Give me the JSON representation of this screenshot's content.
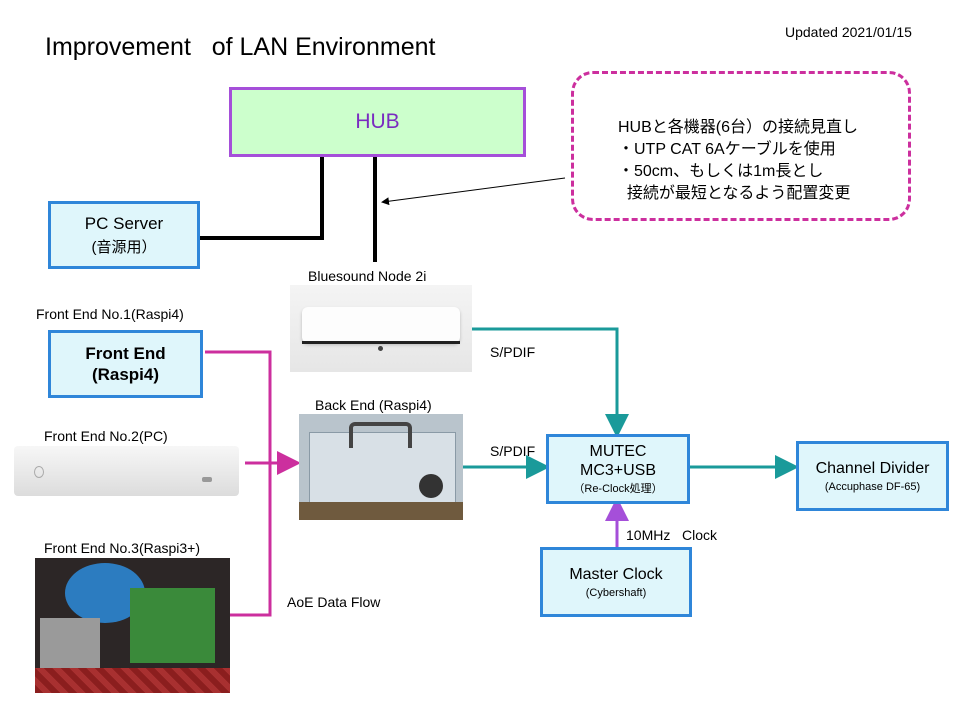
{
  "title": "Improvement   of LAN Environment",
  "updated": "Updated 2021/01/15",
  "hub": {
    "label": "HUB"
  },
  "note": {
    "lines": [
      "HUBと各機器(6台）の接続見直し",
      "・UTP CAT 6Aケーブルを使用",
      "・50cm、もしくは1m長とし",
      "  接続が最短となるよう配置変更"
    ]
  },
  "pc_server": {
    "line1": "PC Server",
    "line2": "(音源用）"
  },
  "bluesound": {
    "label": "Bluesound Node 2i"
  },
  "front_end_1": {
    "caption": "Front End No.1(Raspi4)",
    "line1": "Front End",
    "line2": "(Raspi4)"
  },
  "front_end_2": {
    "caption": "Front End No.2(PC)"
  },
  "front_end_3": {
    "caption": "Front End No.3(Raspi3+)"
  },
  "back_end": {
    "caption": "Back End (Raspi4)"
  },
  "spdif_1": "S/PDIF",
  "spdif_2": "S/PDIF",
  "mutec": {
    "line1": "MUTEC",
    "line2": "MC3+USB",
    "line3": "（Re-Clock処理）"
  },
  "channel_divider": {
    "line1": "Channel Divider",
    "line2": "(Accuphase DF-65)"
  },
  "clock_label": "10MHz   Clock",
  "master_clock": {
    "line1": "Master Clock",
    "line2": "(Cybershaft)"
  },
  "aoe_label": "AoE Data Flow",
  "colors": {
    "lan": "#000000",
    "spdif": "#1a9a9a",
    "aoe": "#cc2f9e",
    "clock": "#a54fd9"
  }
}
